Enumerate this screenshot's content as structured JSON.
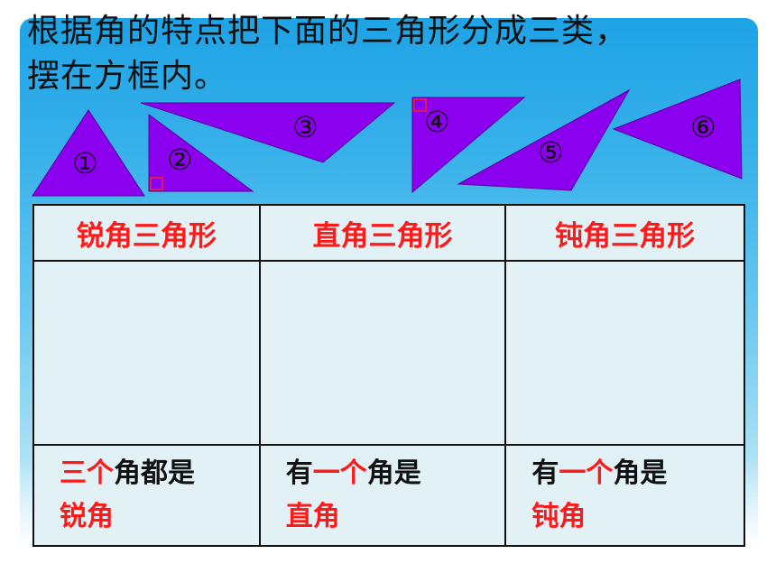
{
  "title": {
    "line1": "根据角的特点把下面的三角形分成三类，",
    "line2": "摆在方框内。"
  },
  "triangles": [
    {
      "label": "①"
    },
    {
      "label": "②"
    },
    {
      "label": "③"
    },
    {
      "label": "④"
    },
    {
      "label": "⑤"
    },
    {
      "label": "⑥"
    }
  ],
  "colors": {
    "triangle_fill": "#8b00ee",
    "header_red": "#ff1a1a"
  },
  "table": {
    "headers": [
      "锐角三角形",
      "直角三角形",
      "钝角三角形"
    ],
    "footers": [
      {
        "a": "三个",
        "b": "角都是",
        "c": "锐角"
      },
      {
        "a": "有",
        "b": "一个",
        "c": "角是",
        "d": "直角"
      },
      {
        "a": "有",
        "b": "一个",
        "c": "角是",
        "d": "钝角"
      }
    ]
  }
}
